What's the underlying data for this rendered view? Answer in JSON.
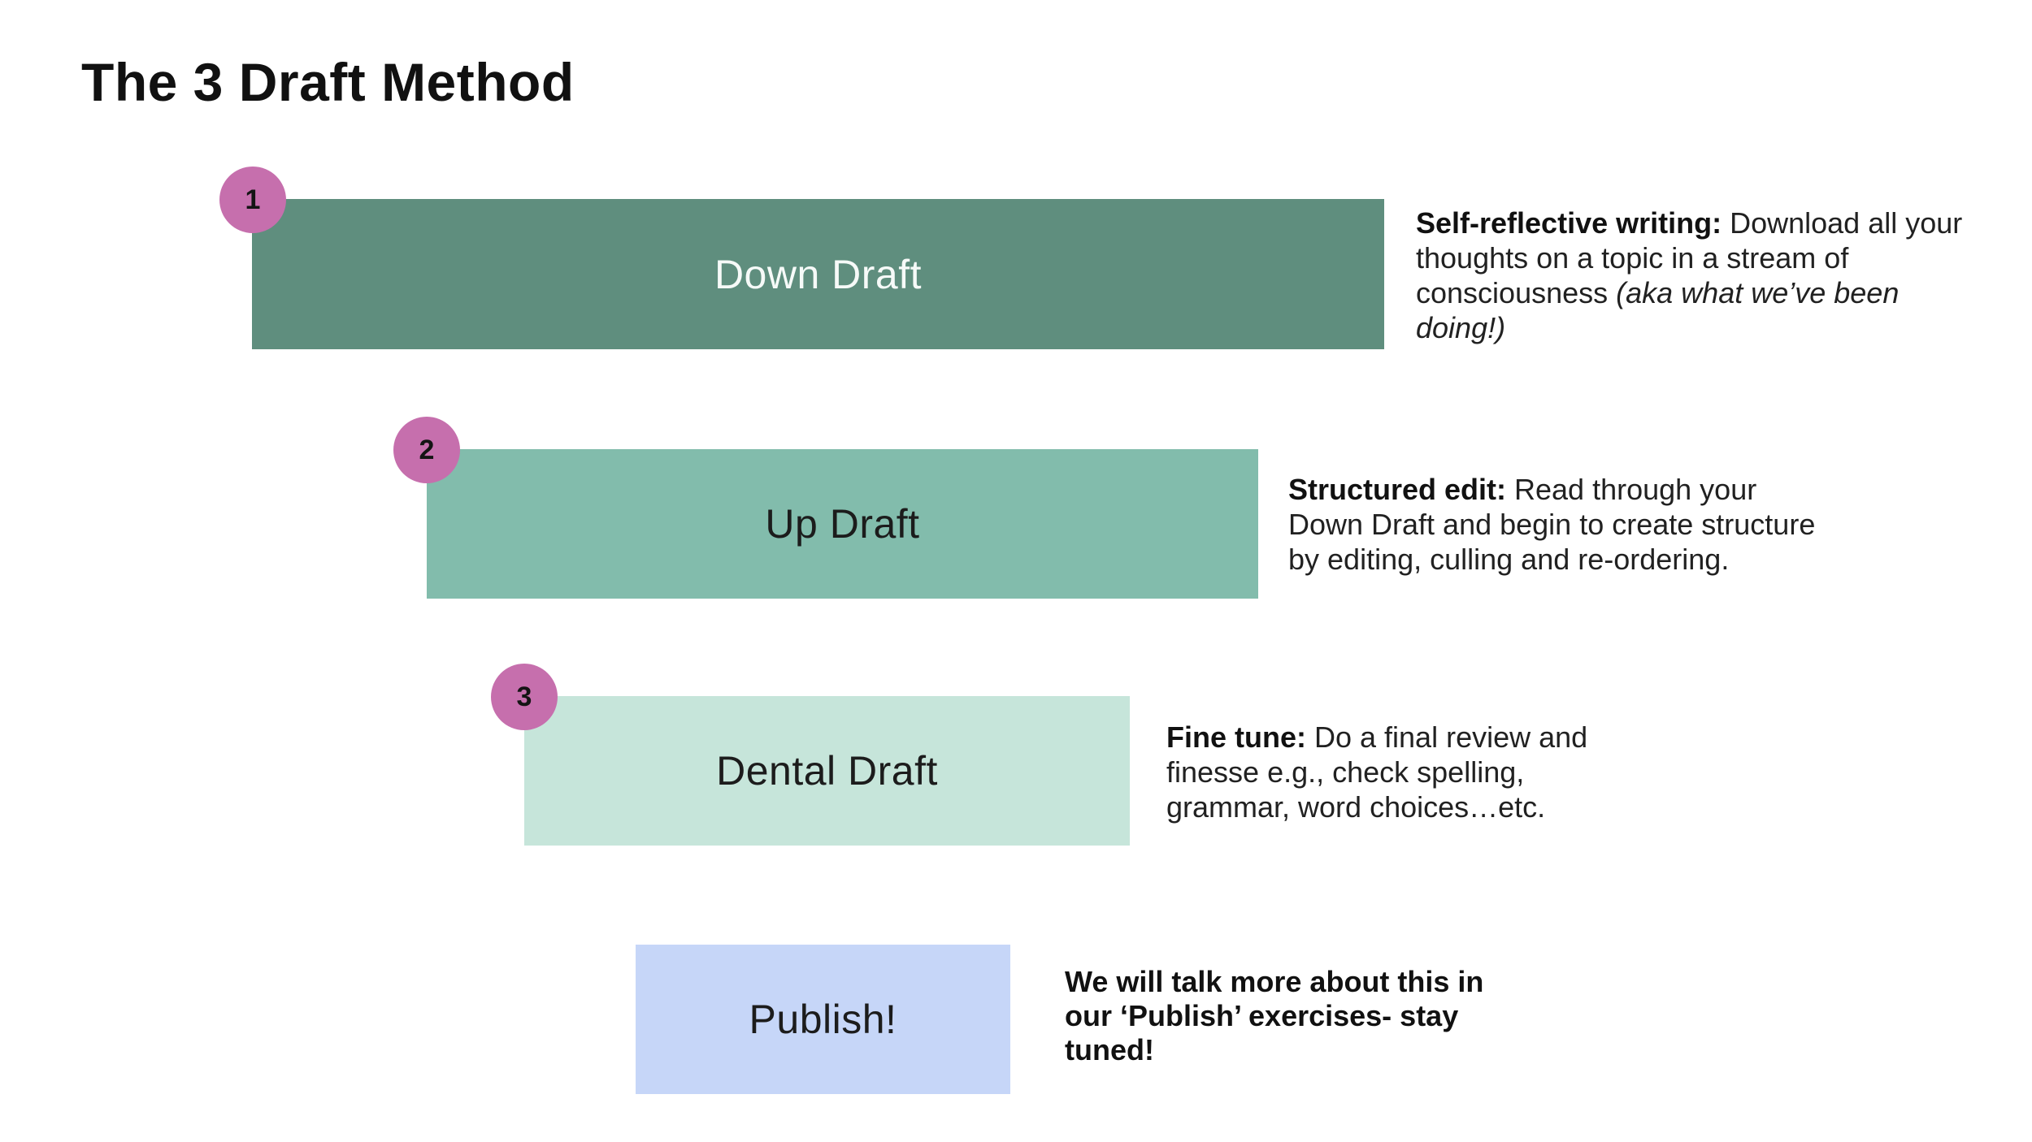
{
  "title": "The 3 Draft Method",
  "colors": {
    "background": "#ffffff",
    "badge_pink": "#c66fad",
    "bar1_green": "#5f8e7e",
    "bar2_green": "#82bcac",
    "bar3_mint": "#c6e5da",
    "publish_blue": "#c6d6f8",
    "bar1_text": "#f6faf8",
    "dark_text": "#1c1c1c"
  },
  "steps": [
    {
      "number": "1",
      "bar_label": "Down Draft",
      "desc_bold": "Self-reflective writing:",
      "desc_regular": " Download all your\nthoughts on a topic in a stream of\nconsciousness ",
      "desc_italic": "(aka what we’ve been\ndoing!)"
    },
    {
      "number": "2",
      "bar_label": "Up Draft",
      "desc_bold": "Structured edit:",
      "desc_regular": " Read through your\nDown Draft and begin to create structure\nby editing, culling and re-ordering.",
      "desc_italic": ""
    },
    {
      "number": "3",
      "bar_label": "Dental Draft",
      "desc_bold": "Fine tune:",
      "desc_regular": " Do a final review and\nfinesse e.g., check spelling,\ngrammar, word choices…etc.",
      "desc_italic": ""
    }
  ],
  "publish": {
    "bar_label": "Publish!",
    "desc_bold": "We will talk more about this in\nour ‘Publish’ exercises- stay\ntuned!"
  }
}
